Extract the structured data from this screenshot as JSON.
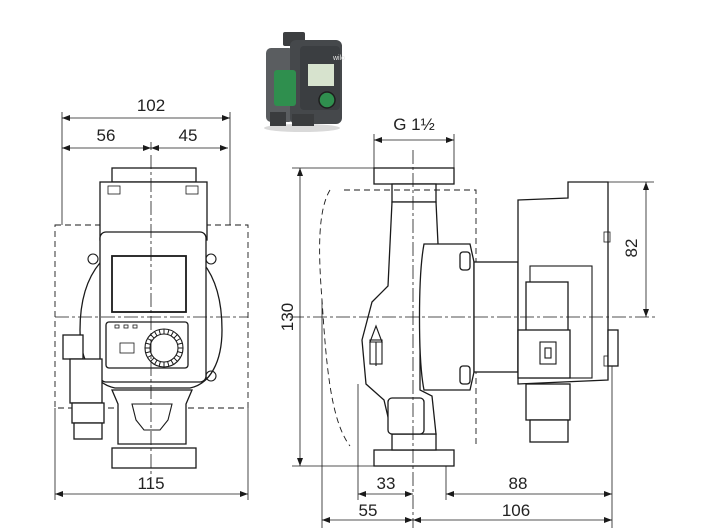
{
  "dimensions": {
    "front_total_width": "102",
    "front_left_width": "56",
    "front_right_width": "45",
    "front_base_width": "115",
    "side_pipe_thread": "G 1½",
    "side_height": "130",
    "side_motor_top": "82",
    "side_inlet_offset": "33",
    "side_flange_to_center": "55",
    "side_motor_length": "88",
    "side_total_length": "106"
  },
  "photo": {
    "brand_badge": "wilo"
  },
  "colors": {
    "line": "#1a1a1a",
    "pump_dark": "#4a4d50",
    "pump_green": "#2f8f4e"
  }
}
